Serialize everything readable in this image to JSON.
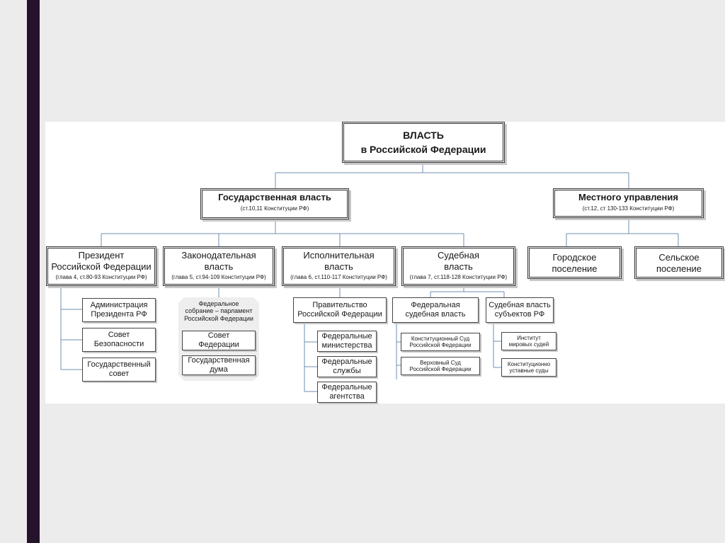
{
  "root": {
    "line1": "ВЛАСТЬ",
    "line2": "в Российской Федерации"
  },
  "branches": {
    "state": {
      "title": "Государственная власть",
      "ref": "(ст.10,11 Конституции РФ)"
    },
    "local": {
      "title": "Местного управления",
      "ref": "(ст.12, ст 130-133 Конституции РФ)"
    }
  },
  "state_branches": {
    "president": {
      "line1": "Президент",
      "line2": "Российской Федерации",
      "ref": "(глава 4, ст.80-93 Конституции РФ)"
    },
    "legislative": {
      "line1": "Законодательная",
      "line2": "власть",
      "ref": "(глава 5, ст.94-109 Конституции РФ)"
    },
    "executive": {
      "line1": "Исполнительная",
      "line2": "власть",
      "ref": "(глава 6, ст.110-117 Конституции РФ)"
    },
    "judicial": {
      "line1": "Судебная",
      "line2": "власть",
      "ref": "(глава 7, ст.118-128 Конституции РФ)"
    }
  },
  "local_branches": {
    "urban": {
      "line1": "Городское",
      "line2": "поселение"
    },
    "rural": {
      "line1": "Сельское",
      "line2": "поселение"
    }
  },
  "president_items": [
    {
      "line1": "Администрация",
      "line2": "Президента РФ"
    },
    {
      "line1": "Совет",
      "line2": "Безопасности"
    },
    {
      "line1": "Государственный",
      "line2": "совет"
    }
  ],
  "legislative": {
    "parliament": {
      "line1": "Федеральное",
      "line2": "собрание – парламент",
      "line3": "Российской Федерации"
    },
    "chambers": [
      {
        "line1": "Совет",
        "line2": "Федерации"
      },
      {
        "line1": "Государственная",
        "line2": "дума"
      }
    ]
  },
  "executive": {
    "government": {
      "line1": "Правительство",
      "line2": "Российской Федерации"
    },
    "items": [
      {
        "line1": "Федеральные",
        "line2": "министерства"
      },
      {
        "line1": "Федеральные",
        "line2": "службы"
      },
      {
        "line1": "Федеральные",
        "line2": "агентства"
      }
    ]
  },
  "judicial": {
    "federal": {
      "line1": "Федеральная",
      "line2": "судебная власть"
    },
    "federal_items": [
      {
        "line1": "Конституционный Суд",
        "line2": "Российской Федерации"
      },
      {
        "line1": "Верховный Суд",
        "line2": "Российской Федерации"
      }
    ],
    "regional": {
      "line1": "Судебная власть",
      "line2": "субъектов РФ"
    },
    "regional_items": [
      {
        "line1": "Институт",
        "line2": "мировых судей"
      },
      {
        "line1": "Конституционно",
        "line2": "уставные суды"
      }
    ]
  },
  "colors": {
    "connector": "#6f8fb1",
    "sidebar": "#24132b",
    "background": "#ececec"
  }
}
